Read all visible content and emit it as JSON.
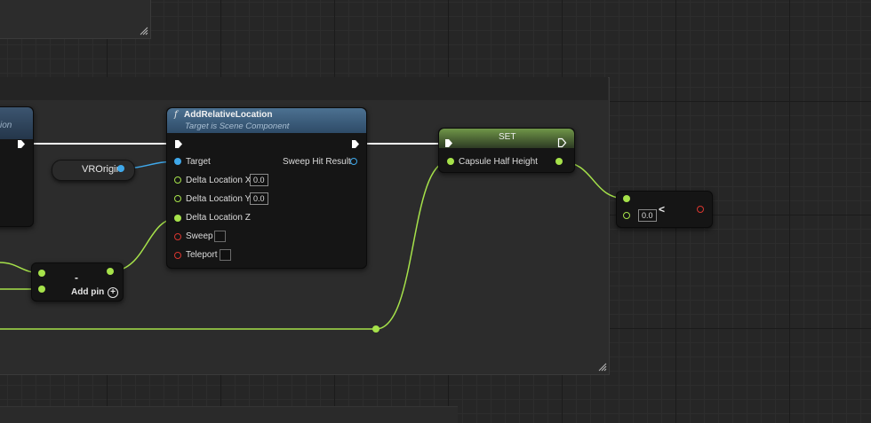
{
  "canvas": {
    "background": "#262626"
  },
  "colors": {
    "exec": "#ffffff",
    "float": "#a6e24a",
    "object": "#3fa8ea",
    "bool": "#d9362f",
    "function_header": "#3d5f7e",
    "set_header": "#5f8a3c"
  },
  "variable_node": {
    "label": "VROrigin"
  },
  "function_node": {
    "icon": "f",
    "title": "AddRelativeLocation",
    "subtitle": "Target is Scene Component",
    "pins": {
      "target": "Target",
      "delta_x": "Delta Location X",
      "delta_x_value": "0.0",
      "delta_y": "Delta Location Y",
      "delta_y_value": "0.0",
      "delta_z": "Delta Location Z",
      "sweep": "Sweep",
      "teleport": "Teleport",
      "sweep_hit_result": "Sweep Hit Result"
    }
  },
  "set_node": {
    "title": "SET",
    "pin": "Capsule Half Height"
  },
  "subtract_node": {
    "symbol": "-",
    "add_pin": "Add pin",
    "add_icon": "+"
  },
  "compare_node": {
    "symbol": "<",
    "value": "0.0"
  },
  "partial_node": {
    "ghost_text": "ion"
  }
}
